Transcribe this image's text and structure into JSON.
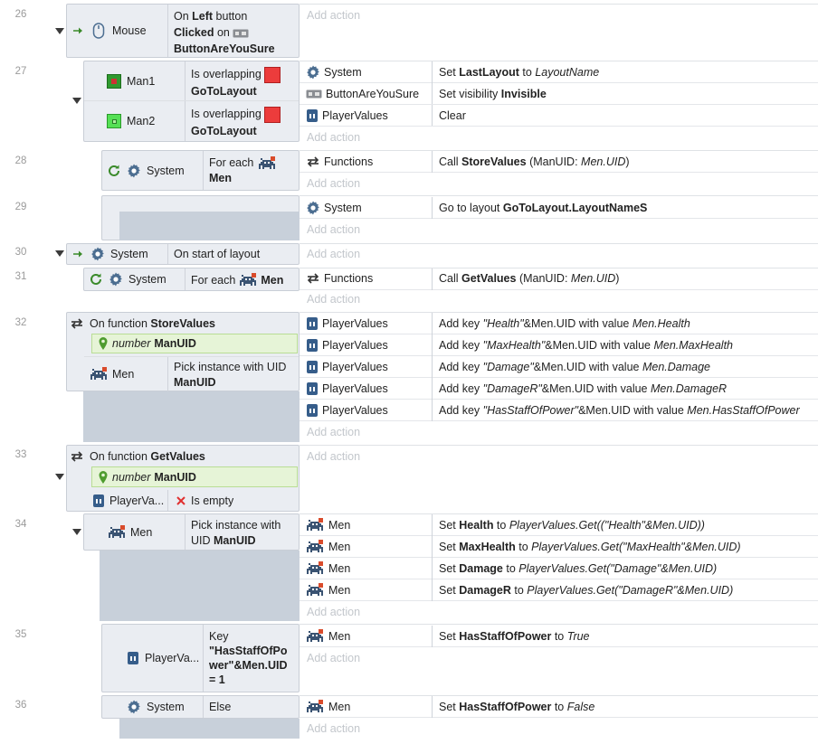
{
  "accent_color": "#5a8ec9",
  "events": [
    {
      "num": "26",
      "conditions": [
        {
          "object": "Mouse",
          "icon": "mouse-icon",
          "pre": "On ",
          "b1": "Left",
          "mid": " button",
          "b2": "Clicked",
          "post": " on ",
          "b3": "ButtonAreYouSure"
        }
      ],
      "actions": []
    },
    {
      "num": "27",
      "conditions": [
        {
          "object": "Man1",
          "icon": "sprite-icon",
          "pre": "Is overlapping",
          "b1": "GoToLayout"
        },
        {
          "object": "Man2",
          "icon": "sprite-icon",
          "pre": "Is overlapping",
          "b1": "GoToLayout"
        }
      ],
      "actions": [
        {
          "object": "System",
          "pre": "Set ",
          "b": "LastLayout",
          "mid": " to ",
          "i": "LayoutName"
        },
        {
          "object": "ButtonAreYouSure",
          "pre": "Set visibility ",
          "b": "Invisible"
        },
        {
          "object": "PlayerValues",
          "pre": "Clear"
        }
      ]
    },
    {
      "num": "28",
      "conditions": [
        {
          "object": "System",
          "pre": "For each",
          "b1": "Men"
        }
      ],
      "actions": [
        {
          "object": "Functions",
          "pre": "Call ",
          "b": "StoreValues",
          "mid": " (ManUID: ",
          "i": "Men.UID",
          "post": ")"
        }
      ]
    },
    {
      "num": "29",
      "actions": [
        {
          "object": "System",
          "pre": "Go to layout ",
          "b": "GoToLayout.LayoutNameS"
        }
      ]
    },
    {
      "num": "30",
      "conditions": [
        {
          "object": "System",
          "pre": "On start of layout"
        }
      ]
    },
    {
      "num": "31",
      "conditions": [
        {
          "object": "System",
          "pre": "For each ",
          "b1": "Men"
        }
      ],
      "actions": [
        {
          "object": "Functions",
          "pre": "Call ",
          "b": "GetValues",
          "mid": " (ManUID: ",
          "i": "Men.UID",
          "post": ")"
        }
      ]
    },
    {
      "num": "32",
      "function": {
        "pre": "On function ",
        "b": "StoreValues"
      },
      "param": {
        "type": "number",
        "name": "ManUID"
      },
      "conditions": [
        {
          "object": "Men",
          "pre": "Pick instance with UID",
          "b1": "ManUID"
        }
      ],
      "actions": [
        {
          "object": "PlayerValues",
          "pre": "Add key ",
          "i": "\"Health\"",
          "mid": "&Men.UID with value ",
          "i2": "Men.Health"
        },
        {
          "object": "PlayerValues",
          "pre": "Add key ",
          "i": "\"MaxHealth\"",
          "mid": "&Men.UID with value ",
          "i2": "Men.MaxHealth"
        },
        {
          "object": "PlayerValues",
          "pre": "Add key ",
          "i": "\"Damage\"",
          "mid": "&Men.UID with value ",
          "i2": "Men.Damage"
        },
        {
          "object": "PlayerValues",
          "pre": "Add key ",
          "i": "\"DamageR\"",
          "mid": "&Men.UID with value ",
          "i2": "Men.DamageR"
        },
        {
          "object": "PlayerValues",
          "pre": "Add key ",
          "i": "\"HasStaffOfPower\"",
          "mid": "&Men.UID with value ",
          "i2": "Men.HasStaffOfPower"
        }
      ]
    },
    {
      "num": "33",
      "function": {
        "pre": "On function ",
        "b": "GetValues"
      },
      "param": {
        "type": "number",
        "name": "ManUID"
      },
      "conditions": [
        {
          "object": "PlayerVa...",
          "pre": "Is empty"
        }
      ]
    },
    {
      "num": "34",
      "conditions": [
        {
          "object": "Men",
          "pre": "Pick instance with",
          "b1pre": "UID ",
          "b1": "ManUID"
        }
      ],
      "actions": [
        {
          "object": "Men",
          "pre": "Set ",
          "b": "Health",
          "mid": " to ",
          "i": "PlayerValues.Get((\"Health\"&Men.UID))"
        },
        {
          "object": "Men",
          "pre": "Set ",
          "b": "MaxHealth",
          "mid": " to ",
          "i": "PlayerValues.Get(\"MaxHealth\"&Men.UID)"
        },
        {
          "object": "Men",
          "pre": "Set ",
          "b": "Damage",
          "mid": " to ",
          "i": "PlayerValues.Get(\"Damage\"&Men.UID)"
        },
        {
          "object": "Men",
          "pre": "Set ",
          "b": "DamageR",
          "mid": " to ",
          "i": "PlayerValues.Get(\"DamageR\"&Men.UID)"
        }
      ]
    },
    {
      "num": "35",
      "conditions": [
        {
          "object": "PlayerVa...",
          "l1": "Key",
          "l2": "\"HasStaffOfPo",
          "l3": "wer\"&Men.UID",
          "l4": "= 1"
        }
      ],
      "actions": [
        {
          "object": "Men",
          "pre": "Set ",
          "b": "HasStaffOfPower",
          "mid": " to ",
          "i": "True"
        }
      ]
    },
    {
      "num": "36",
      "conditions": [
        {
          "object": "System",
          "pre": "Else"
        }
      ],
      "actions": [
        {
          "object": "Men",
          "pre": "Set ",
          "b": "HasStaffOfPower",
          "mid": " to ",
          "i": "False"
        }
      ]
    }
  ],
  "add_action_label": "Add action"
}
